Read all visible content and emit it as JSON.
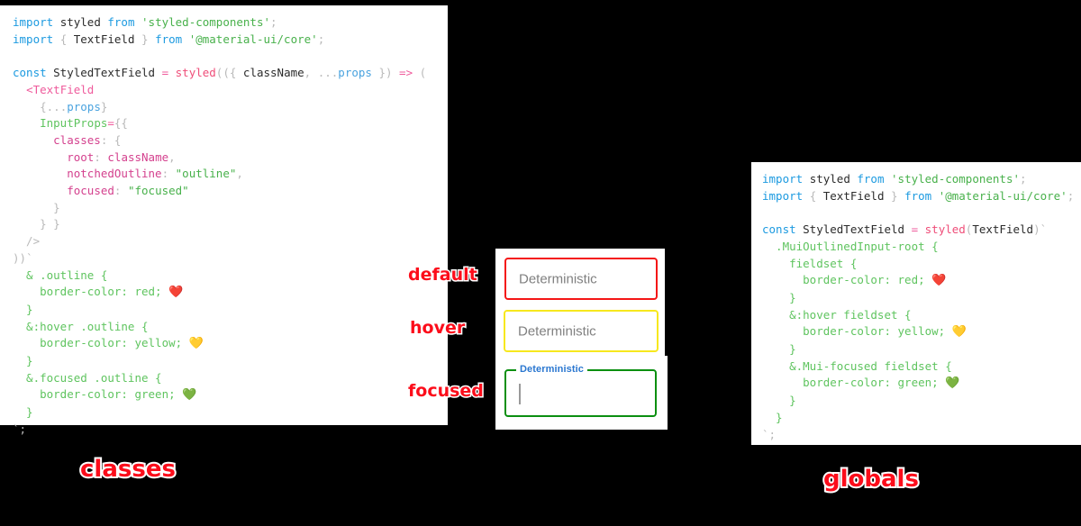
{
  "background_color": "#000000",
  "accent_colors": {
    "annotation_red": "#fc0d1b",
    "border_default_red": "#f41616",
    "border_hover_yellow": "#f7e81e",
    "border_focused_green": "#0a8f10",
    "focused_label_blue": "#2a77d0",
    "placeholder_grey": "#808080"
  },
  "left_panel": {
    "caption": "classes",
    "code_lines": [
      [
        {
          "text": "import ",
          "tok": "kw"
        },
        {
          "text": "styled ",
          "tok": "plain"
        },
        {
          "text": "from ",
          "tok": "kw"
        },
        {
          "text": "'styled-components'",
          "tok": "str"
        },
        {
          "text": ";",
          "tok": "punc"
        }
      ],
      [
        {
          "text": "import ",
          "tok": "kw"
        },
        {
          "text": "{ ",
          "tok": "punc"
        },
        {
          "text": "TextField",
          "tok": "plain"
        },
        {
          "text": " } ",
          "tok": "punc"
        },
        {
          "text": "from ",
          "tok": "kw"
        },
        {
          "text": "'@material-ui/core'",
          "tok": "str"
        },
        {
          "text": ";",
          "tok": "punc"
        }
      ],
      [],
      [
        {
          "text": "const ",
          "tok": "kw"
        },
        {
          "text": "StyledTextField ",
          "tok": "plain"
        },
        {
          "text": "= ",
          "tok": "op"
        },
        {
          "text": "styled",
          "tok": "fn"
        },
        {
          "text": "((",
          "tok": "punc"
        },
        {
          "text": "{ ",
          "tok": "punc"
        },
        {
          "text": "className",
          "tok": "plain"
        },
        {
          "text": ", ",
          "tok": "punc"
        },
        {
          "text": "...",
          "tok": "punc"
        },
        {
          "text": "props",
          "tok": "var"
        },
        {
          "text": " }) ",
          "tok": "punc"
        },
        {
          "text": "=> ",
          "tok": "op"
        },
        {
          "text": "(",
          "tok": "punc"
        }
      ],
      [
        {
          "text": "  ",
          "tok": "punc"
        },
        {
          "text": "<TextField",
          "tok": "tag"
        }
      ],
      [
        {
          "text": "    {",
          "tok": "punc"
        },
        {
          "text": "...",
          "tok": "punc"
        },
        {
          "text": "props",
          "tok": "var"
        },
        {
          "text": "}",
          "tok": "punc"
        }
      ],
      [
        {
          "text": "    ",
          "tok": "punc"
        },
        {
          "text": "InputProps",
          "tok": "attr"
        },
        {
          "text": "=",
          "tok": "op"
        },
        {
          "text": "{{",
          "tok": "punc"
        }
      ],
      [
        {
          "text": "      ",
          "tok": "punc"
        },
        {
          "text": "classes",
          "tok": "prop"
        },
        {
          "text": ": {",
          "tok": "punc"
        }
      ],
      [
        {
          "text": "        ",
          "tok": "punc"
        },
        {
          "text": "root",
          "tok": "prop"
        },
        {
          "text": ": ",
          "tok": "punc"
        },
        {
          "text": "className",
          "tok": "prop"
        },
        {
          "text": ",",
          "tok": "punc"
        }
      ],
      [
        {
          "text": "        ",
          "tok": "punc"
        },
        {
          "text": "notchedOutline",
          "tok": "prop"
        },
        {
          "text": ": ",
          "tok": "punc"
        },
        {
          "text": "\"outline\"",
          "tok": "str"
        },
        {
          "text": ",",
          "tok": "punc"
        }
      ],
      [
        {
          "text": "        ",
          "tok": "punc"
        },
        {
          "text": "focused",
          "tok": "prop"
        },
        {
          "text": ": ",
          "tok": "punc"
        },
        {
          "text": "\"focused\"",
          "tok": "str"
        }
      ],
      [
        {
          "text": "      }",
          "tok": "punc"
        }
      ],
      [
        {
          "text": "    } }",
          "tok": "punc"
        }
      ],
      [
        {
          "text": "  />",
          "tok": "punc"
        }
      ],
      [
        {
          "text": "))",
          "tok": "punc"
        },
        {
          "text": "`",
          "tok": "tick"
        }
      ],
      [
        {
          "text": "  & .outline {",
          "tok": "css"
        }
      ],
      [
        {
          "text": "    border-color: red; ",
          "tok": "css"
        },
        {
          "text": "❤️",
          "tok": "emoji"
        }
      ],
      [
        {
          "text": "  }",
          "tok": "css"
        }
      ],
      [
        {
          "text": "  &:hover .outline {",
          "tok": "css"
        }
      ],
      [
        {
          "text": "    border-color: yellow; ",
          "tok": "css"
        },
        {
          "text": "💛",
          "tok": "emoji"
        }
      ],
      [
        {
          "text": "  }",
          "tok": "css"
        }
      ],
      [
        {
          "text": "  &.focused .outline {",
          "tok": "css"
        }
      ],
      [
        {
          "text": "    border-color: green; ",
          "tok": "css"
        },
        {
          "text": "💚",
          "tok": "emoji"
        }
      ],
      [
        {
          "text": "  }",
          "tok": "css"
        }
      ],
      [
        {
          "text": "`",
          "tok": "tick"
        },
        {
          "text": ";",
          "tok": "punc"
        }
      ]
    ]
  },
  "right_panel": {
    "caption": "globals",
    "code_lines": [
      [
        {
          "text": "import ",
          "tok": "kw"
        },
        {
          "text": "styled ",
          "tok": "plain"
        },
        {
          "text": "from ",
          "tok": "kw"
        },
        {
          "text": "'styled-components'",
          "tok": "str"
        },
        {
          "text": ";",
          "tok": "punc"
        }
      ],
      [
        {
          "text": "import ",
          "tok": "kw"
        },
        {
          "text": "{ ",
          "tok": "punc"
        },
        {
          "text": "TextField",
          "tok": "plain"
        },
        {
          "text": " } ",
          "tok": "punc"
        },
        {
          "text": "from ",
          "tok": "kw"
        },
        {
          "text": "'@material-ui/core'",
          "tok": "str"
        },
        {
          "text": ";",
          "tok": "punc"
        }
      ],
      [],
      [
        {
          "text": "const ",
          "tok": "kw"
        },
        {
          "text": "StyledTextField ",
          "tok": "plain"
        },
        {
          "text": "= ",
          "tok": "op"
        },
        {
          "text": "styled",
          "tok": "fn"
        },
        {
          "text": "(",
          "tok": "punc"
        },
        {
          "text": "TextField",
          "tok": "plain"
        },
        {
          "text": ")",
          "tok": "punc"
        },
        {
          "text": "`",
          "tok": "tick"
        }
      ],
      [
        {
          "text": "  .MuiOutlinedInput-root {",
          "tok": "css"
        }
      ],
      [
        {
          "text": "    fieldset {",
          "tok": "css"
        }
      ],
      [
        {
          "text": "      border-color: red; ",
          "tok": "css"
        },
        {
          "text": "❤️",
          "tok": "emoji"
        }
      ],
      [
        {
          "text": "    }",
          "tok": "css"
        }
      ],
      [
        {
          "text": "    &:hover fieldset {",
          "tok": "css"
        }
      ],
      [
        {
          "text": "      border-color: yellow; ",
          "tok": "css"
        },
        {
          "text": "💛",
          "tok": "emoji"
        }
      ],
      [
        {
          "text": "    }",
          "tok": "css"
        }
      ],
      [
        {
          "text": "    &.Mui-focused fieldset {",
          "tok": "css"
        }
      ],
      [
        {
          "text": "      border-color: green; ",
          "tok": "css"
        },
        {
          "text": "💚",
          "tok": "emoji"
        }
      ],
      [
        {
          "text": "    }",
          "tok": "css"
        }
      ],
      [
        {
          "text": "  }",
          "tok": "css"
        }
      ],
      [
        {
          "text": "`",
          "tok": "tick"
        },
        {
          "text": ";",
          "tok": "punc"
        }
      ]
    ]
  },
  "demo": {
    "annotations": {
      "default": "default",
      "hover": "hover",
      "focused": "focused"
    },
    "fields": {
      "default": {
        "placeholder": "Deterministic",
        "state": "default"
      },
      "hover": {
        "placeholder": "Deterministic",
        "state": "hover"
      },
      "focused": {
        "label": "Deterministic",
        "value": "",
        "state": "focused"
      }
    }
  }
}
